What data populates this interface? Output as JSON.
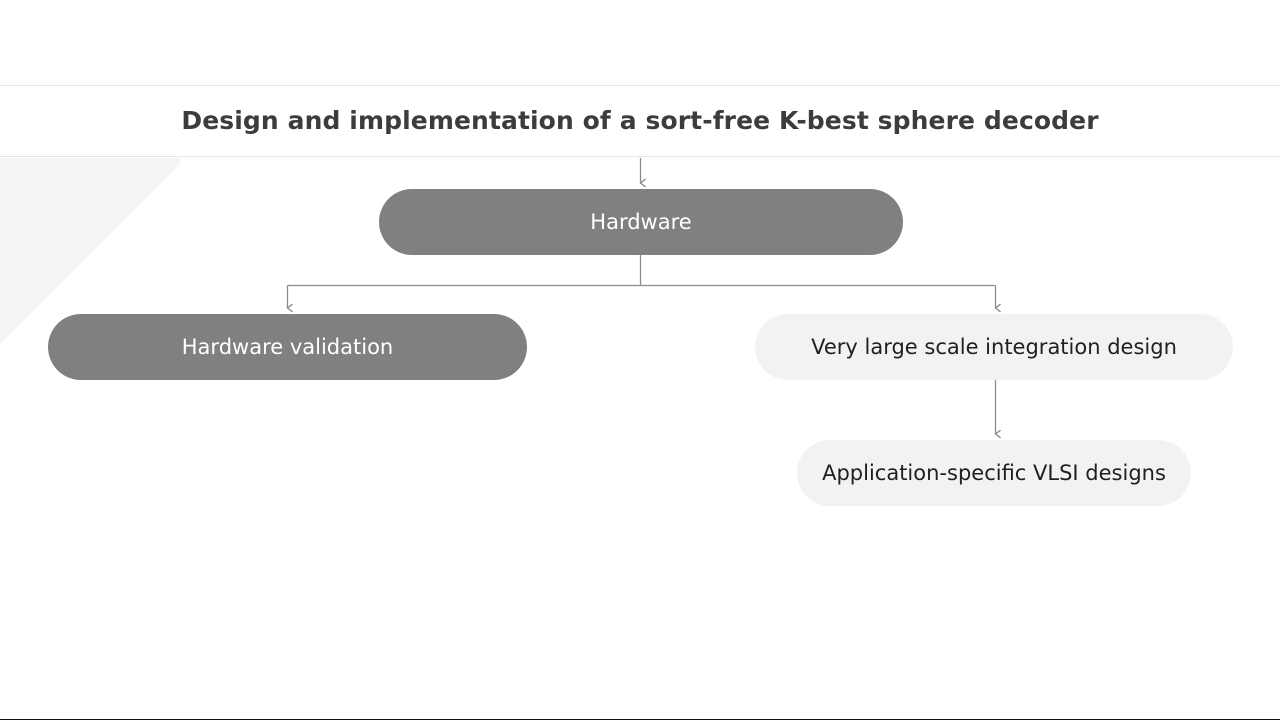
{
  "header": {
    "title": "Design and implementation of a sort-free K-best sphere decoder"
  },
  "theme": {
    "background": "#ffffff",
    "node_dark_fill": "#808080",
    "node_dark_text": "#ffffff",
    "node_light_fill": "#f2f2f2",
    "node_light_text": "#1f1f1f",
    "connector_color": "#8c8c8c",
    "title_color": "#3c3c3c",
    "rule_color": "#e8e8e8",
    "watermark_color": "#f4f4f4"
  },
  "diagram": {
    "type": "tree",
    "orientation": "top-down",
    "nodes": [
      {
        "id": "root",
        "label": "Hardware",
        "style": "dark",
        "level": 1
      },
      {
        "id": "hardware-validation",
        "label": "Hardware validation",
        "style": "dark",
        "level": 2
      },
      {
        "id": "vlsi",
        "label": "Very large scale integration design",
        "style": "light",
        "level": 2
      },
      {
        "id": "asic",
        "label": "Application-specific VLSI designs",
        "style": "light",
        "level": 3
      }
    ],
    "edges": [
      {
        "from": "title",
        "to": "root",
        "arrow": true
      },
      {
        "from": "root",
        "to": "hardware-validation",
        "arrow": true
      },
      {
        "from": "root",
        "to": "vlsi",
        "arrow": true
      },
      {
        "from": "vlsi",
        "to": "asic",
        "arrow": true
      }
    ]
  }
}
